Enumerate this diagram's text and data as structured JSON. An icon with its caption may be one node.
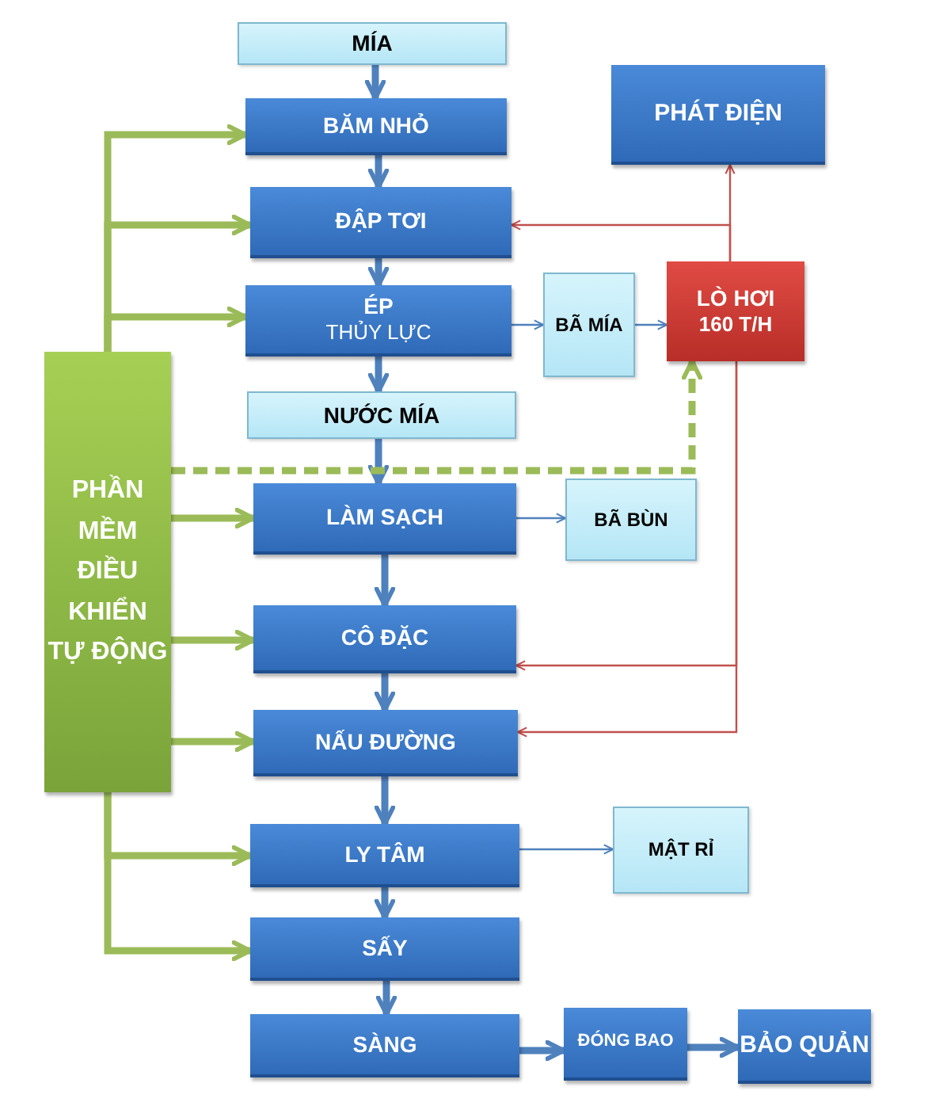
{
  "diagram": {
    "nodes": [
      {
        "text": [
          "MÍA"
        ]
      },
      {
        "text": [
          "BĂM NHỎ"
        ]
      },
      {
        "text": [
          "ĐẬP TƠI"
        ]
      },
      {
        "text": [
          "ÉP",
          "THỦY LỰC"
        ]
      },
      {
        "text": [
          "BÃ MÍA"
        ]
      },
      {
        "text": [
          "LÒ HƠI",
          "160 T/H"
        ]
      },
      {
        "text": [
          "PHÁT ĐIỆN"
        ]
      },
      {
        "text": [
          "NƯỚC MÍA"
        ]
      },
      {
        "text": [
          "PHẦN MỀM ĐIỀU KHIỂN TỰ ĐỘNG"
        ]
      },
      {
        "text": [
          "LÀM SẠCH"
        ]
      },
      {
        "text": [
          "BÃ BÙN"
        ]
      },
      {
        "text": [
          "CÔ ĐẶC"
        ]
      },
      {
        "text": [
          "NẤU ĐƯỜNG"
        ]
      },
      {
        "text": [
          "LY TÂM"
        ]
      },
      {
        "text": [
          "MẬT RỈ"
        ]
      },
      {
        "text": [
          "SẤY"
        ]
      },
      {
        "text": [
          "SÀNG"
        ]
      },
      {
        "text": [
          "ĐÓNG BAO"
        ]
      },
      {
        "text": [
          "BẢO QUẢN"
        ]
      }
    ],
    "edges": [
      {
        "from": 0,
        "to": 1,
        "arrow": "to"
      },
      {
        "from": 1,
        "to": 2,
        "arrow": "to"
      },
      {
        "from": 2,
        "to": 3,
        "arrow": "to"
      },
      {
        "from": 3,
        "to": 7,
        "arrow": "to"
      },
      {
        "from": 7,
        "to": 9,
        "arrow": "to"
      },
      {
        "from": 9,
        "to": 11,
        "arrow": "to"
      },
      {
        "from": 11,
        "to": 12,
        "arrow": "to"
      },
      {
        "from": 12,
        "to": 13,
        "arrow": "to"
      },
      {
        "from": 13,
        "to": 15,
        "arrow": "to"
      },
      {
        "from": 15,
        "to": 16,
        "arrow": "to"
      },
      {
        "from": 16,
        "to": 17,
        "arrow": "to"
      },
      {
        "from": 17,
        "to": 18,
        "arrow": "to"
      },
      {
        "from": 3,
        "to": 4,
        "arrow": "to"
      },
      {
        "from": 4,
        "to": 5,
        "arrow": "to"
      },
      {
        "from": 9,
        "to": 10,
        "arrow": "to"
      },
      {
        "from": 13,
        "to": 14,
        "arrow": "to"
      },
      {
        "from": 5,
        "to": 6,
        "arrow": "to",
        "color": "#c0504d"
      },
      {
        "from": 5,
        "to": 2,
        "arrow": "to",
        "color": "#c0504d"
      },
      {
        "from": 5,
        "to": 11,
        "arrow": "to",
        "color": "#c0504d"
      },
      {
        "from": 5,
        "to": 12,
        "arrow": "to",
        "color": "#c0504d"
      },
      {
        "from": 8,
        "to": 1,
        "arrow": "to",
        "color": "#9bbb59"
      },
      {
        "from": 8,
        "to": 2,
        "arrow": "to",
        "color": "#9bbb59"
      },
      {
        "from": 8,
        "to": 3,
        "arrow": "to",
        "color": "#9bbb59"
      },
      {
        "from": 8,
        "to": 9,
        "arrow": "to",
        "color": "#9bbb59"
      },
      {
        "from": 8,
        "to": 11,
        "arrow": "to",
        "color": "#9bbb59"
      },
      {
        "from": 8,
        "to": 12,
        "arrow": "to",
        "color": "#9bbb59"
      },
      {
        "from": 8,
        "to": 13,
        "arrow": "to",
        "color": "#9bbb59"
      },
      {
        "from": 8,
        "to": 15,
        "arrow": "to",
        "color": "#9bbb59"
      },
      {
        "from": 8,
        "to": 5,
        "arrow": "to",
        "style": "dashed",
        "color": "#9bbb59"
      }
    ]
  }
}
